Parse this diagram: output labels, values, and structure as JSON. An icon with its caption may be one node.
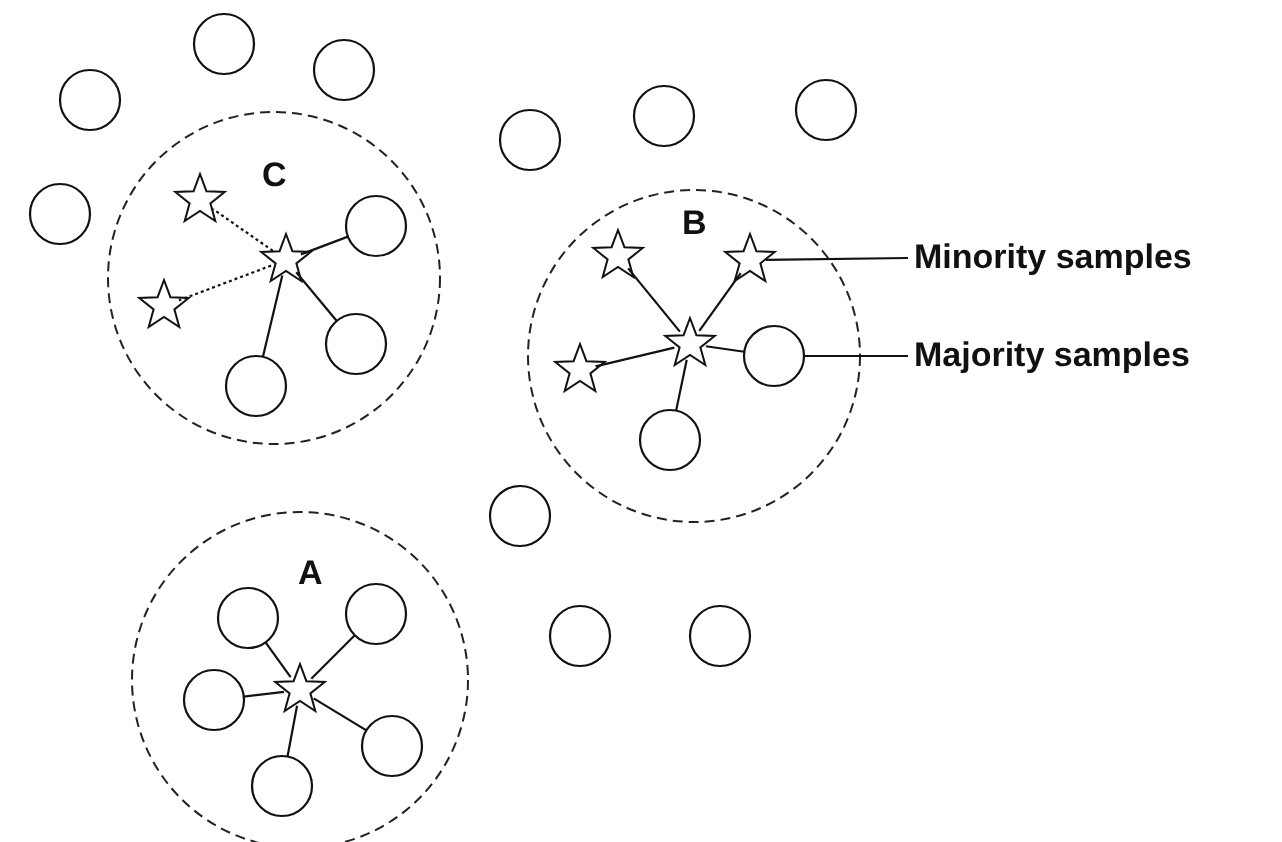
{
  "diagram": {
    "nodes": [
      {
        "text": [],
        "shape": "circle"
      },
      {
        "text": [],
        "shape": "circle"
      },
      {
        "text": [],
        "shape": "circle"
      },
      {
        "text": [],
        "shape": "circle"
      },
      {
        "text": [],
        "shape": "circle"
      },
      {
        "text": [],
        "shape": "circle"
      },
      {
        "text": [],
        "shape": "circle"
      },
      {
        "text": [
          "C"
        ]
      },
      {
        "text": [],
        "shape": "star",
        "in": 7
      },
      {
        "text": [],
        "shape": "circle",
        "in": 7
      },
      {
        "text": [],
        "shape": "star",
        "in": 7
      },
      {
        "text": [],
        "shape": "star",
        "in": 7
      },
      {
        "text": [],
        "shape": "circle",
        "in": 7
      },
      {
        "text": [],
        "shape": "circle",
        "in": 7
      },
      {
        "text": [
          "B"
        ]
      },
      {
        "text": [],
        "shape": "star",
        "in": 14
      },
      {
        "text": [],
        "shape": "star",
        "in": 14
      },
      {
        "text": [],
        "shape": "star",
        "in": 14
      },
      {
        "text": [],
        "shape": "star",
        "in": 14
      },
      {
        "text": [],
        "shape": "circle",
        "in": 14
      },
      {
        "text": [],
        "shape": "circle",
        "in": 14
      },
      {
        "text": [
          "Minority samples"
        ]
      },
      {
        "text": [
          "Majority samples"
        ]
      },
      {
        "text": [],
        "shape": "circle"
      },
      {
        "text": [
          "A"
        ]
      },
      {
        "text": [],
        "shape": "circle",
        "in": 24
      },
      {
        "text": [],
        "shape": "circle",
        "in": 24
      },
      {
        "text": [],
        "shape": "star",
        "in": 24
      },
      {
        "text": [],
        "shape": "circle",
        "in": 24
      },
      {
        "text": [],
        "shape": "circle",
        "in": 24
      },
      {
        "text": [],
        "shape": "circle",
        "in": 24
      },
      {
        "text": [],
        "shape": "circle"
      },
      {
        "text": [],
        "shape": "circle"
      }
    ],
    "edges": [
      {
        "from": 10,
        "to": 8,
        "arrow": "none",
        "style": "dashed"
      },
      {
        "from": 10,
        "to": 11,
        "arrow": "none",
        "style": "dashed"
      },
      {
        "from": 10,
        "to": 9,
        "arrow": "none"
      },
      {
        "from": 10,
        "to": 12,
        "arrow": "none"
      },
      {
        "from": 10,
        "to": 13,
        "arrow": "none"
      },
      {
        "from": 17,
        "to": 15,
        "arrow": "none"
      },
      {
        "from": 17,
        "to": 16,
        "arrow": "none"
      },
      {
        "from": 17,
        "to": 18,
        "arrow": "none"
      },
      {
        "from": 17,
        "to": 19,
        "arrow": "none"
      },
      {
        "from": 17,
        "to": 20,
        "arrow": "none"
      },
      {
        "from": 21,
        "to": 16,
        "arrow": "none"
      },
      {
        "from": 22,
        "to": 19,
        "arrow": "none"
      },
      {
        "from": 27,
        "to": 25,
        "arrow": "none"
      },
      {
        "from": 27,
        "to": 26,
        "arrow": "none"
      },
      {
        "from": 27,
        "to": 28,
        "arrow": "none"
      },
      {
        "from": 27,
        "to": 29,
        "arrow": "none"
      },
      {
        "from": 27,
        "to": 30,
        "arrow": "none"
      }
    ]
  }
}
